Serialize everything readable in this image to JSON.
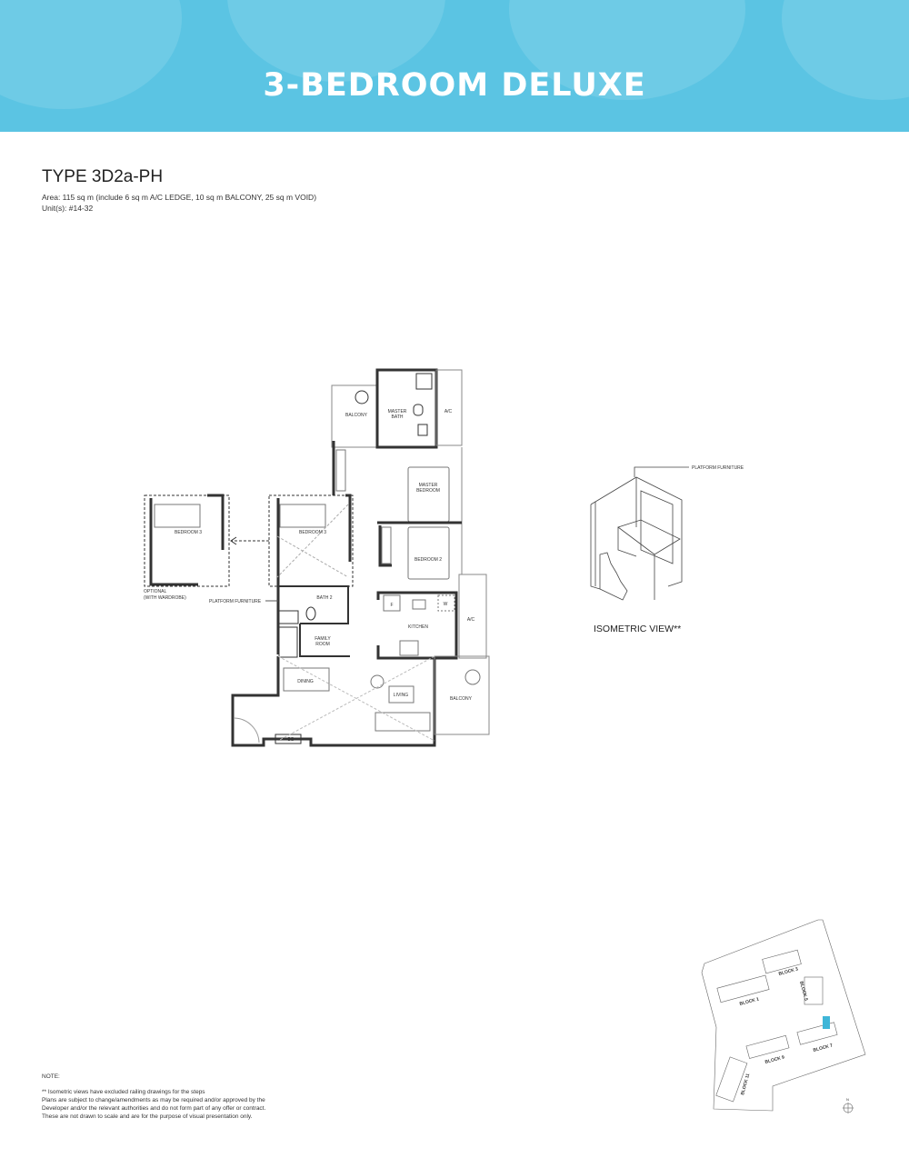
{
  "header": {
    "title": "3-BEDROOM DELUXE",
    "color": "#5bc4e3"
  },
  "unit": {
    "type": "TYPE 3D2a-PH",
    "area": "Area: 115 sq m (include 6 sq m A/C LEDGE, 10 sq m BALCONY, 25 sq m VOID)",
    "units": "Unit(s): #14-32"
  },
  "floor_plan": {
    "rooms": {
      "balcony_top": "BALCONY",
      "master_bath_1": "MASTER",
      "master_bath_2": "BATH",
      "ac_top": "A/C",
      "master_bedroom_1": "MASTER",
      "master_bedroom_2": "BEDROOM",
      "bedroom2": "BEDROOM 2",
      "bedroom3": "BEDROOM 3",
      "bedroom3_optional": "BEDROOM 3",
      "bath2": "BATH 2",
      "kitchen": "KITCHEN",
      "fridge": "F",
      "washer": "W",
      "ac_right": "A/C",
      "family_room_1": "FAMILY",
      "family_room_2": "ROOM",
      "dining": "DINING",
      "living": "LIVING",
      "balcony_bottom": "BALCONY",
      "db": "DB"
    },
    "optional_1": "OPTIONAL",
    "optional_2": "(WITH WARDROBE)",
    "platform_furniture": "PLATFORM FURNITURE"
  },
  "isometric": {
    "callout": "PLATFORM FURNITURE",
    "label": "ISOMETRIC VIEW**"
  },
  "site_plan": {
    "blocks": [
      "BLOCK 1",
      "BLOCK 3",
      "BLOCK 5",
      "BLOCK 7",
      "BLOCK 9",
      "BLOCK 11"
    ],
    "highlight_color": "#3fb6d8",
    "north": "N"
  },
  "notes": {
    "heading": "NOTE:",
    "line1": "** Isometric views have excluded railing drawings for the steps",
    "line2": "Plans are subject to change/amendments as may be required and/or approved by the",
    "line3": "Developer and/or the relevant authorities and do not form part of any offer or contract.",
    "line4": "These are not drawn to scale and are for the purpose of visual presentation only."
  }
}
